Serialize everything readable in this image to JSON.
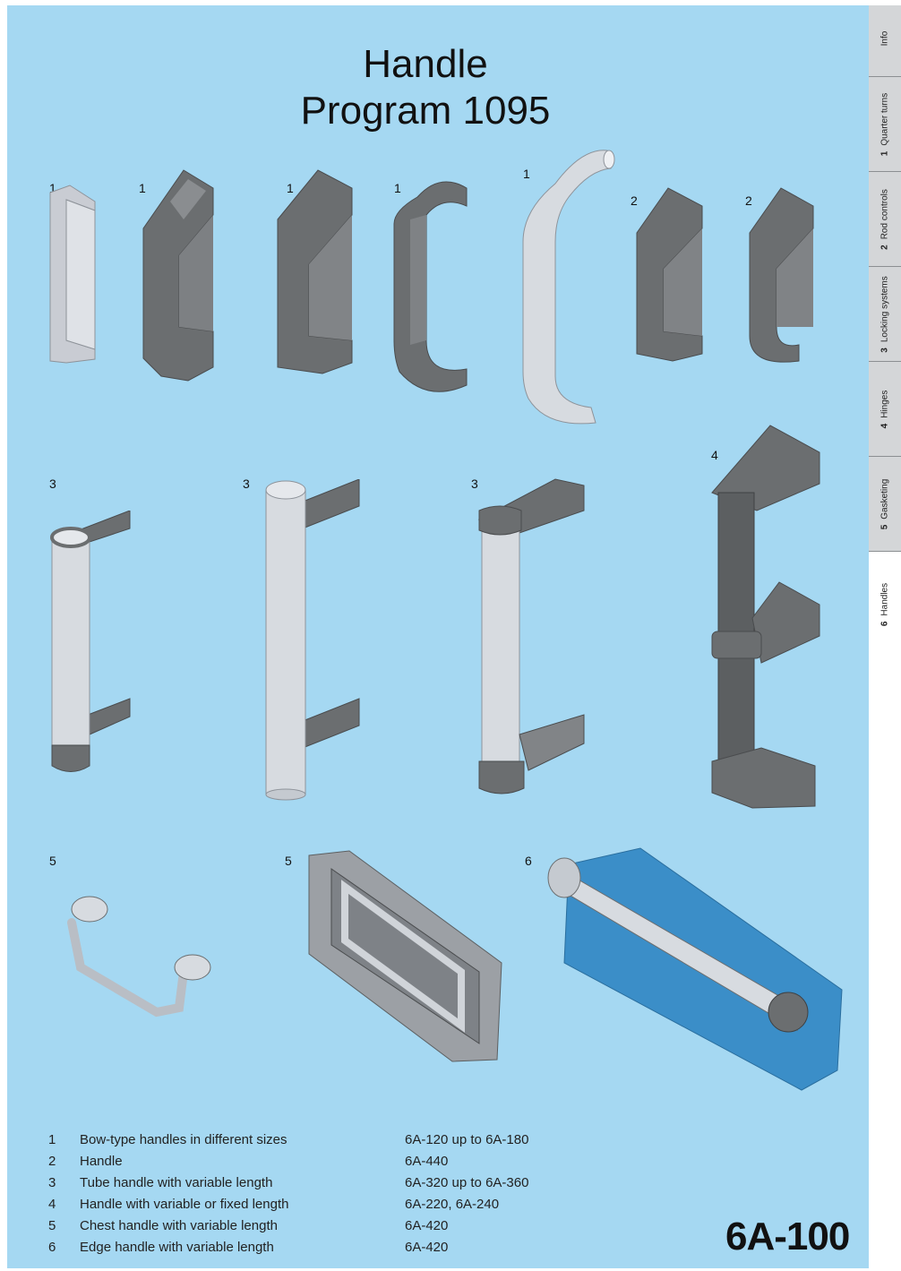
{
  "title": {
    "line1": "Handle",
    "line2": "Program 1095"
  },
  "sidebar": {
    "tabs": [
      {
        "num": "",
        "label": "Info"
      },
      {
        "num": "1",
        "label": "Quarter turns"
      },
      {
        "num": "2",
        "label": "Rod controls"
      },
      {
        "num": "3",
        "label": "Locking systems"
      },
      {
        "num": "4",
        "label": "Hinges"
      },
      {
        "num": "5",
        "label": "Gasketing"
      },
      {
        "num": "6",
        "label": "Handles"
      }
    ]
  },
  "figures": [
    {
      "num": "1",
      "icon": "bow-handle-light-icon"
    },
    {
      "num": "1",
      "icon": "bow-handle-dark-icon"
    },
    {
      "num": "1",
      "icon": "bow-handle-angled-icon"
    },
    {
      "num": "1",
      "icon": "bow-handle-rounded-icon"
    },
    {
      "num": "1",
      "icon": "bow-handle-tube-silver-icon"
    },
    {
      "num": "2",
      "icon": "handle-short-icon"
    },
    {
      "num": "2",
      "icon": "handle-short-rounded-icon"
    },
    {
      "num": "3",
      "icon": "tube-handle-a-icon"
    },
    {
      "num": "3",
      "icon": "tube-handle-b-icon"
    },
    {
      "num": "3",
      "icon": "tube-handle-c-icon"
    },
    {
      "num": "4",
      "icon": "variable-length-handle-icon"
    },
    {
      "num": "5",
      "icon": "chest-handle-wire-icon"
    },
    {
      "num": "5",
      "icon": "chest-handle-recessed-icon"
    },
    {
      "num": "6",
      "icon": "edge-handle-icon"
    }
  ],
  "descriptions": [
    {
      "num": "1",
      "text": "Bow-type handles in different sizes",
      "code": "6A-120 up to 6A-180"
    },
    {
      "num": "2",
      "text": "Handle",
      "code": "6A-440"
    },
    {
      "num": "3",
      "text": "Tube handle with variable length",
      "code": "6A-320 up to 6A-360"
    },
    {
      "num": "4",
      "text": "Handle with variable or fixed length",
      "code": "6A-220, 6A-240"
    },
    {
      "num": "5",
      "text": "Chest handle with variable length",
      "code": "6A-420"
    },
    {
      "num": "6",
      "text": "Edge handle with variable length",
      "code": "6A-420"
    }
  ],
  "page_code": "6A-100",
  "colors": {
    "background": "#a5d8f2",
    "handle_dark": "#6b6e70",
    "handle_silver": "#d7dbe0",
    "edge_blue": "#3b8ec8"
  }
}
